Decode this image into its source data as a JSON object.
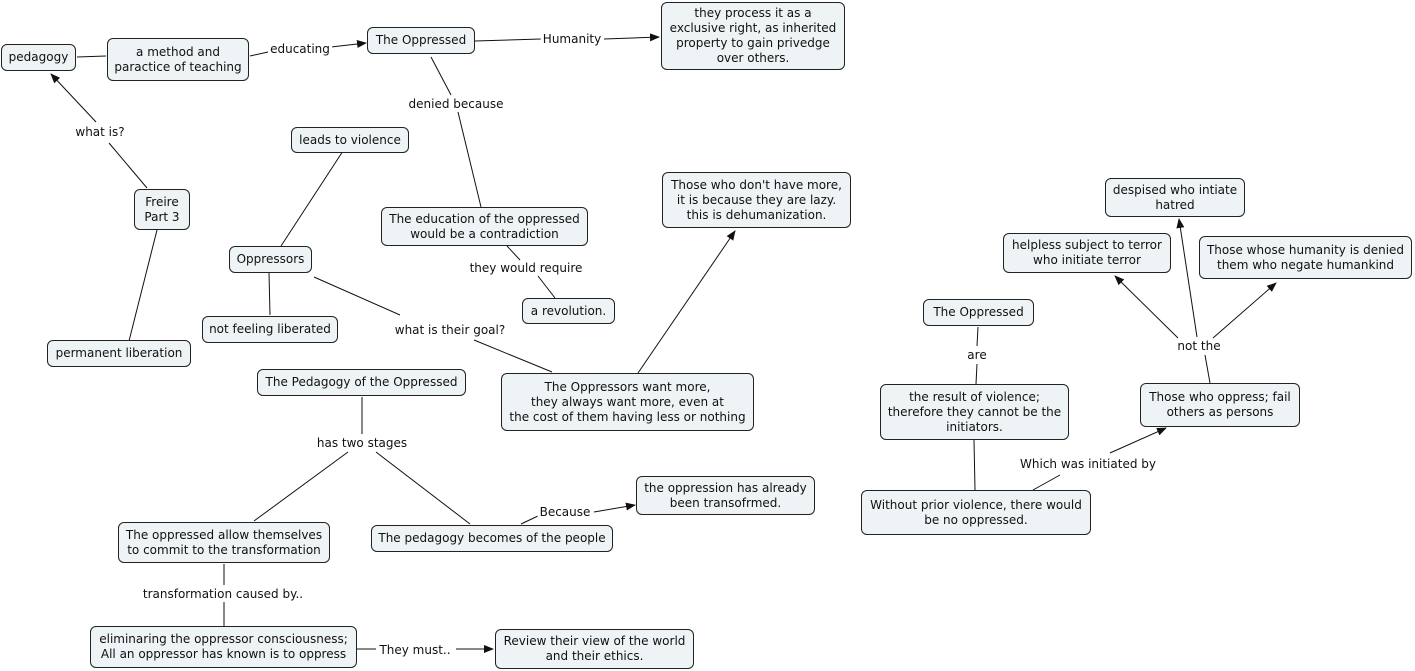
{
  "nodes": {
    "pedagogy": "pedagogy",
    "method_teaching": "a method and\nparactice of teaching",
    "oppressed_top": "The Oppressed",
    "inherited_right": "they process it as a\nexclusive right, as inherited\nproperty to gain privedge\nover others.",
    "freire": "Freire\nPart 3",
    "permanent_liberation": "permanent liberation",
    "leads_violence": "leads to violence",
    "oppressors": "Oppressors",
    "not_liberated": "not feeling liberated",
    "education_contradiction": "The education of the oppressed\nwould be a contradiction",
    "revolution": "a revolution.",
    "lazy": "Those who don't have more,\nit is because they are lazy.\nthis is dehumanization.",
    "want_more": "The Oppressors want more,\nthey always want more, even at\nthe cost of them having less or nothing",
    "pedagogy_oppressed": "The Pedagogy of the Oppressed",
    "allow_themselves": "The oppressed allow themselves\nto commit to the transformation",
    "pedagogy_people": "The pedagogy becomes of the people",
    "already_transformed": "the oppression has already\nbeen transofrmed.",
    "eliminating": "eliminaring the oppressor consciousness;\nAll an oppressor has known is to oppress",
    "review_world": "Review their view of the world\nand their ethics.",
    "despised": "despised who intiate\nhatred",
    "helpless": "helpless subject to terror\nwho initiate terror",
    "humanity_denied": "Those whose humanity is denied\nthem who negate humankind",
    "oppressed_right": "The Oppressed",
    "result_violence": "the result of violence;\ntherefore they cannot be the\ninitiators.",
    "those_oppress": "Those who oppress; fail\nothers as persons",
    "without_violence": "Without prior violence, there would\nbe no oppressed."
  },
  "links": {
    "educating": "educating",
    "humanity": "Humanity",
    "what_is": "what is?",
    "denied_because": "denied because",
    "would_require": "they would require",
    "their_goal": "what is their goal?",
    "two_stages": "has two stages",
    "because": "Because",
    "caused_by": "transformation caused by..",
    "they_must": "They must..",
    "are": "are",
    "not_the": "not the",
    "initiated_by": "Which was initiated by"
  },
  "colors": {
    "node_fill": "#eef3f6",
    "node_border": "#222222",
    "line": "#111111"
  }
}
